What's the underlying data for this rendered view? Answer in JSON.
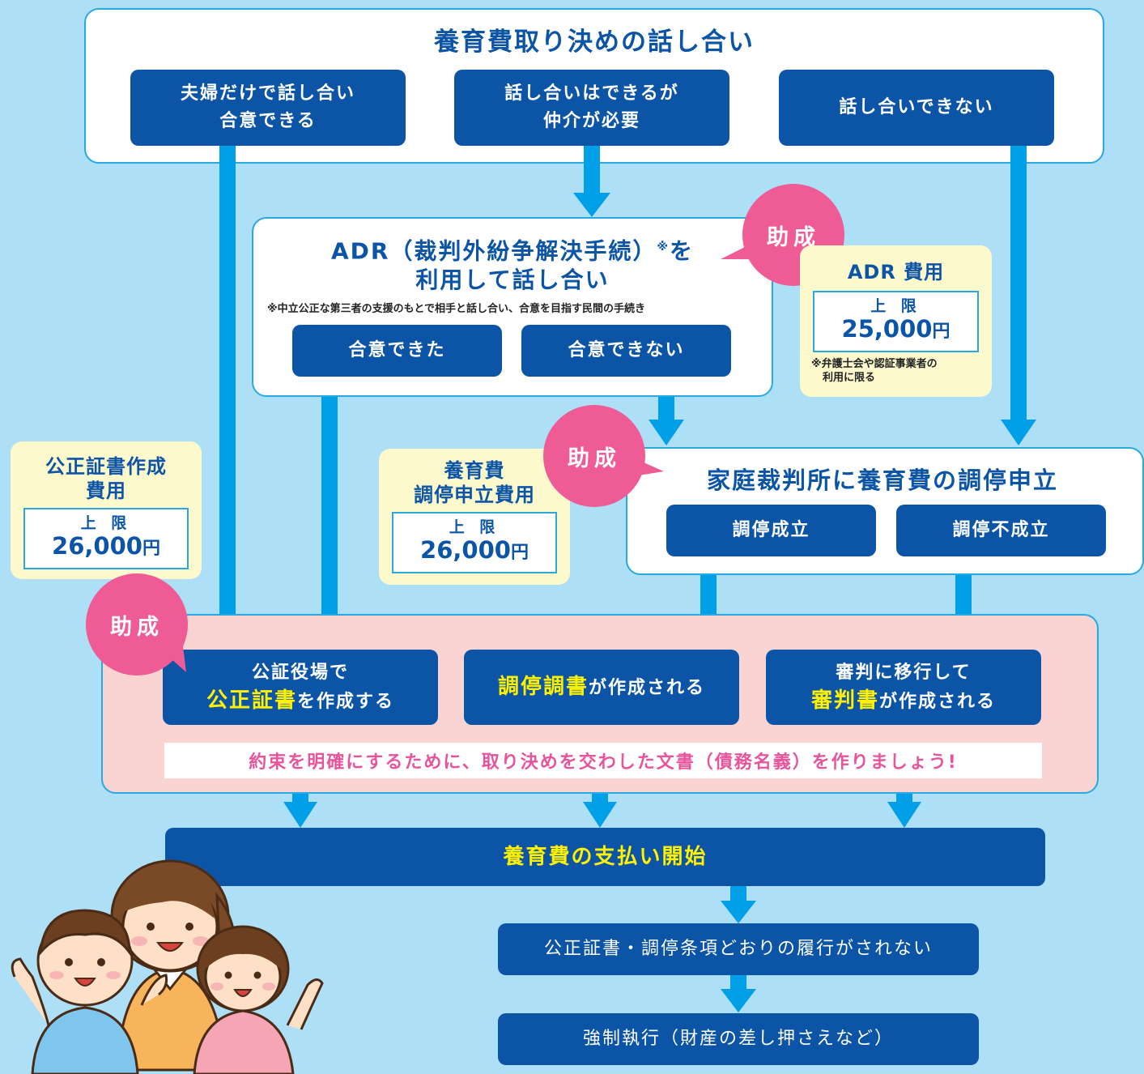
{
  "top": {
    "title": "養育費取り決めの話し合い",
    "options": [
      {
        "line1": "夫婦だけで話し合い",
        "line2": "合意できる"
      },
      {
        "line1": "話し合いはできるが",
        "line2": "仲介が必要"
      },
      {
        "line1": "話し合いできない",
        "line2": ""
      }
    ]
  },
  "adr": {
    "title_line1": "ADR（裁判外紛争解決手続）",
    "title_mark": "※",
    "title_tail": "を",
    "title_line2": "利用して話し合い",
    "note": "※中立公正な第三者の支援のもとで相手と話し合い、合意を目指す民間の手続き",
    "agreed": "合意できた",
    "not_agreed": "合意できない"
  },
  "badge_label": "助成",
  "adr_cost": {
    "title": "ADR 費用",
    "limit_label": "上 限",
    "amount": "25,000",
    "unit": "円",
    "note_line1": "※弁護士会や認証事業者の",
    "note_line2": "利用に限る"
  },
  "notary_cost": {
    "title_line1": "公正証書作成",
    "title_line2": "費用",
    "limit_label": "上 限",
    "amount": "26,000",
    "unit": "円"
  },
  "mediation_cost": {
    "title_line1": "養育費",
    "title_line2": "調停申立費用",
    "limit_label": "上 限",
    "amount": "26,000",
    "unit": "円"
  },
  "court": {
    "title": "家庭裁判所に養育費の調停申立",
    "success": "調停成立",
    "failure": "調停不成立"
  },
  "documents": {
    "notary_line1": "公証役場で",
    "notary_hl": "公正証書",
    "notary_rest": "を作成する",
    "mediation_hl": "調停調書",
    "mediation_rest": "が作成される",
    "judgment_line1": "審判に移行して",
    "judgment_hl": "審判書",
    "judgment_rest": "が作成される",
    "slogan": "約束を明確にするために、取り決めを交わした文書（債務名義）を作りましょう!"
  },
  "payment_start": "養育費の支払い開始",
  "non_performance": "公正証書・調停条項どおりの履行がされない",
  "enforcement": "強制執行（財産の差し押さえなど）",
  "colors": {
    "background": "#addff7",
    "navy": "#0c55a6",
    "arrow": "#00a0e9",
    "pink_badge": "#ee5b95",
    "highlight": "#fff100",
    "cost_box": "#fef9cc"
  }
}
